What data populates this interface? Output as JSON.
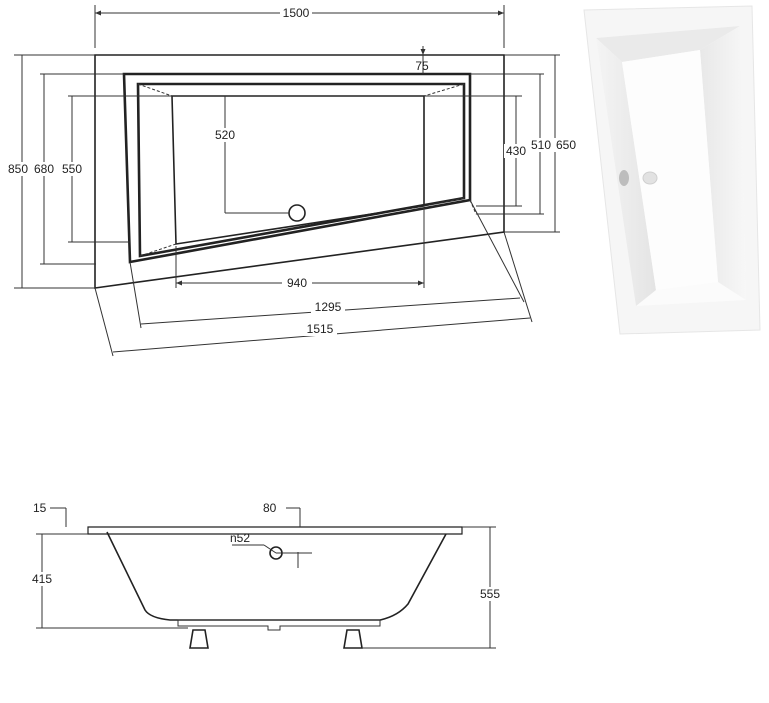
{
  "plan_view": {
    "overall_width": "1500",
    "rim_top": "75",
    "depth_left_outer": "850",
    "depth_left_mid": "680",
    "depth_left_inner": "550",
    "drain_offset": "520",
    "depth_right_inner": "430",
    "depth_right_mid": "510",
    "depth_right_outer": "650",
    "bottom_inner_length": "940",
    "diagonal_inner_length": "1295",
    "diagonal_outer_length": "1515"
  },
  "side_view": {
    "rim_thickness": "15",
    "rim_overhang": "80",
    "overflow_label": "n52",
    "height_to_bottom": "415",
    "total_height": "555"
  },
  "colors": {
    "line": "#222222",
    "tub_white": "#ffffff",
    "shade": "#ebebeb"
  }
}
